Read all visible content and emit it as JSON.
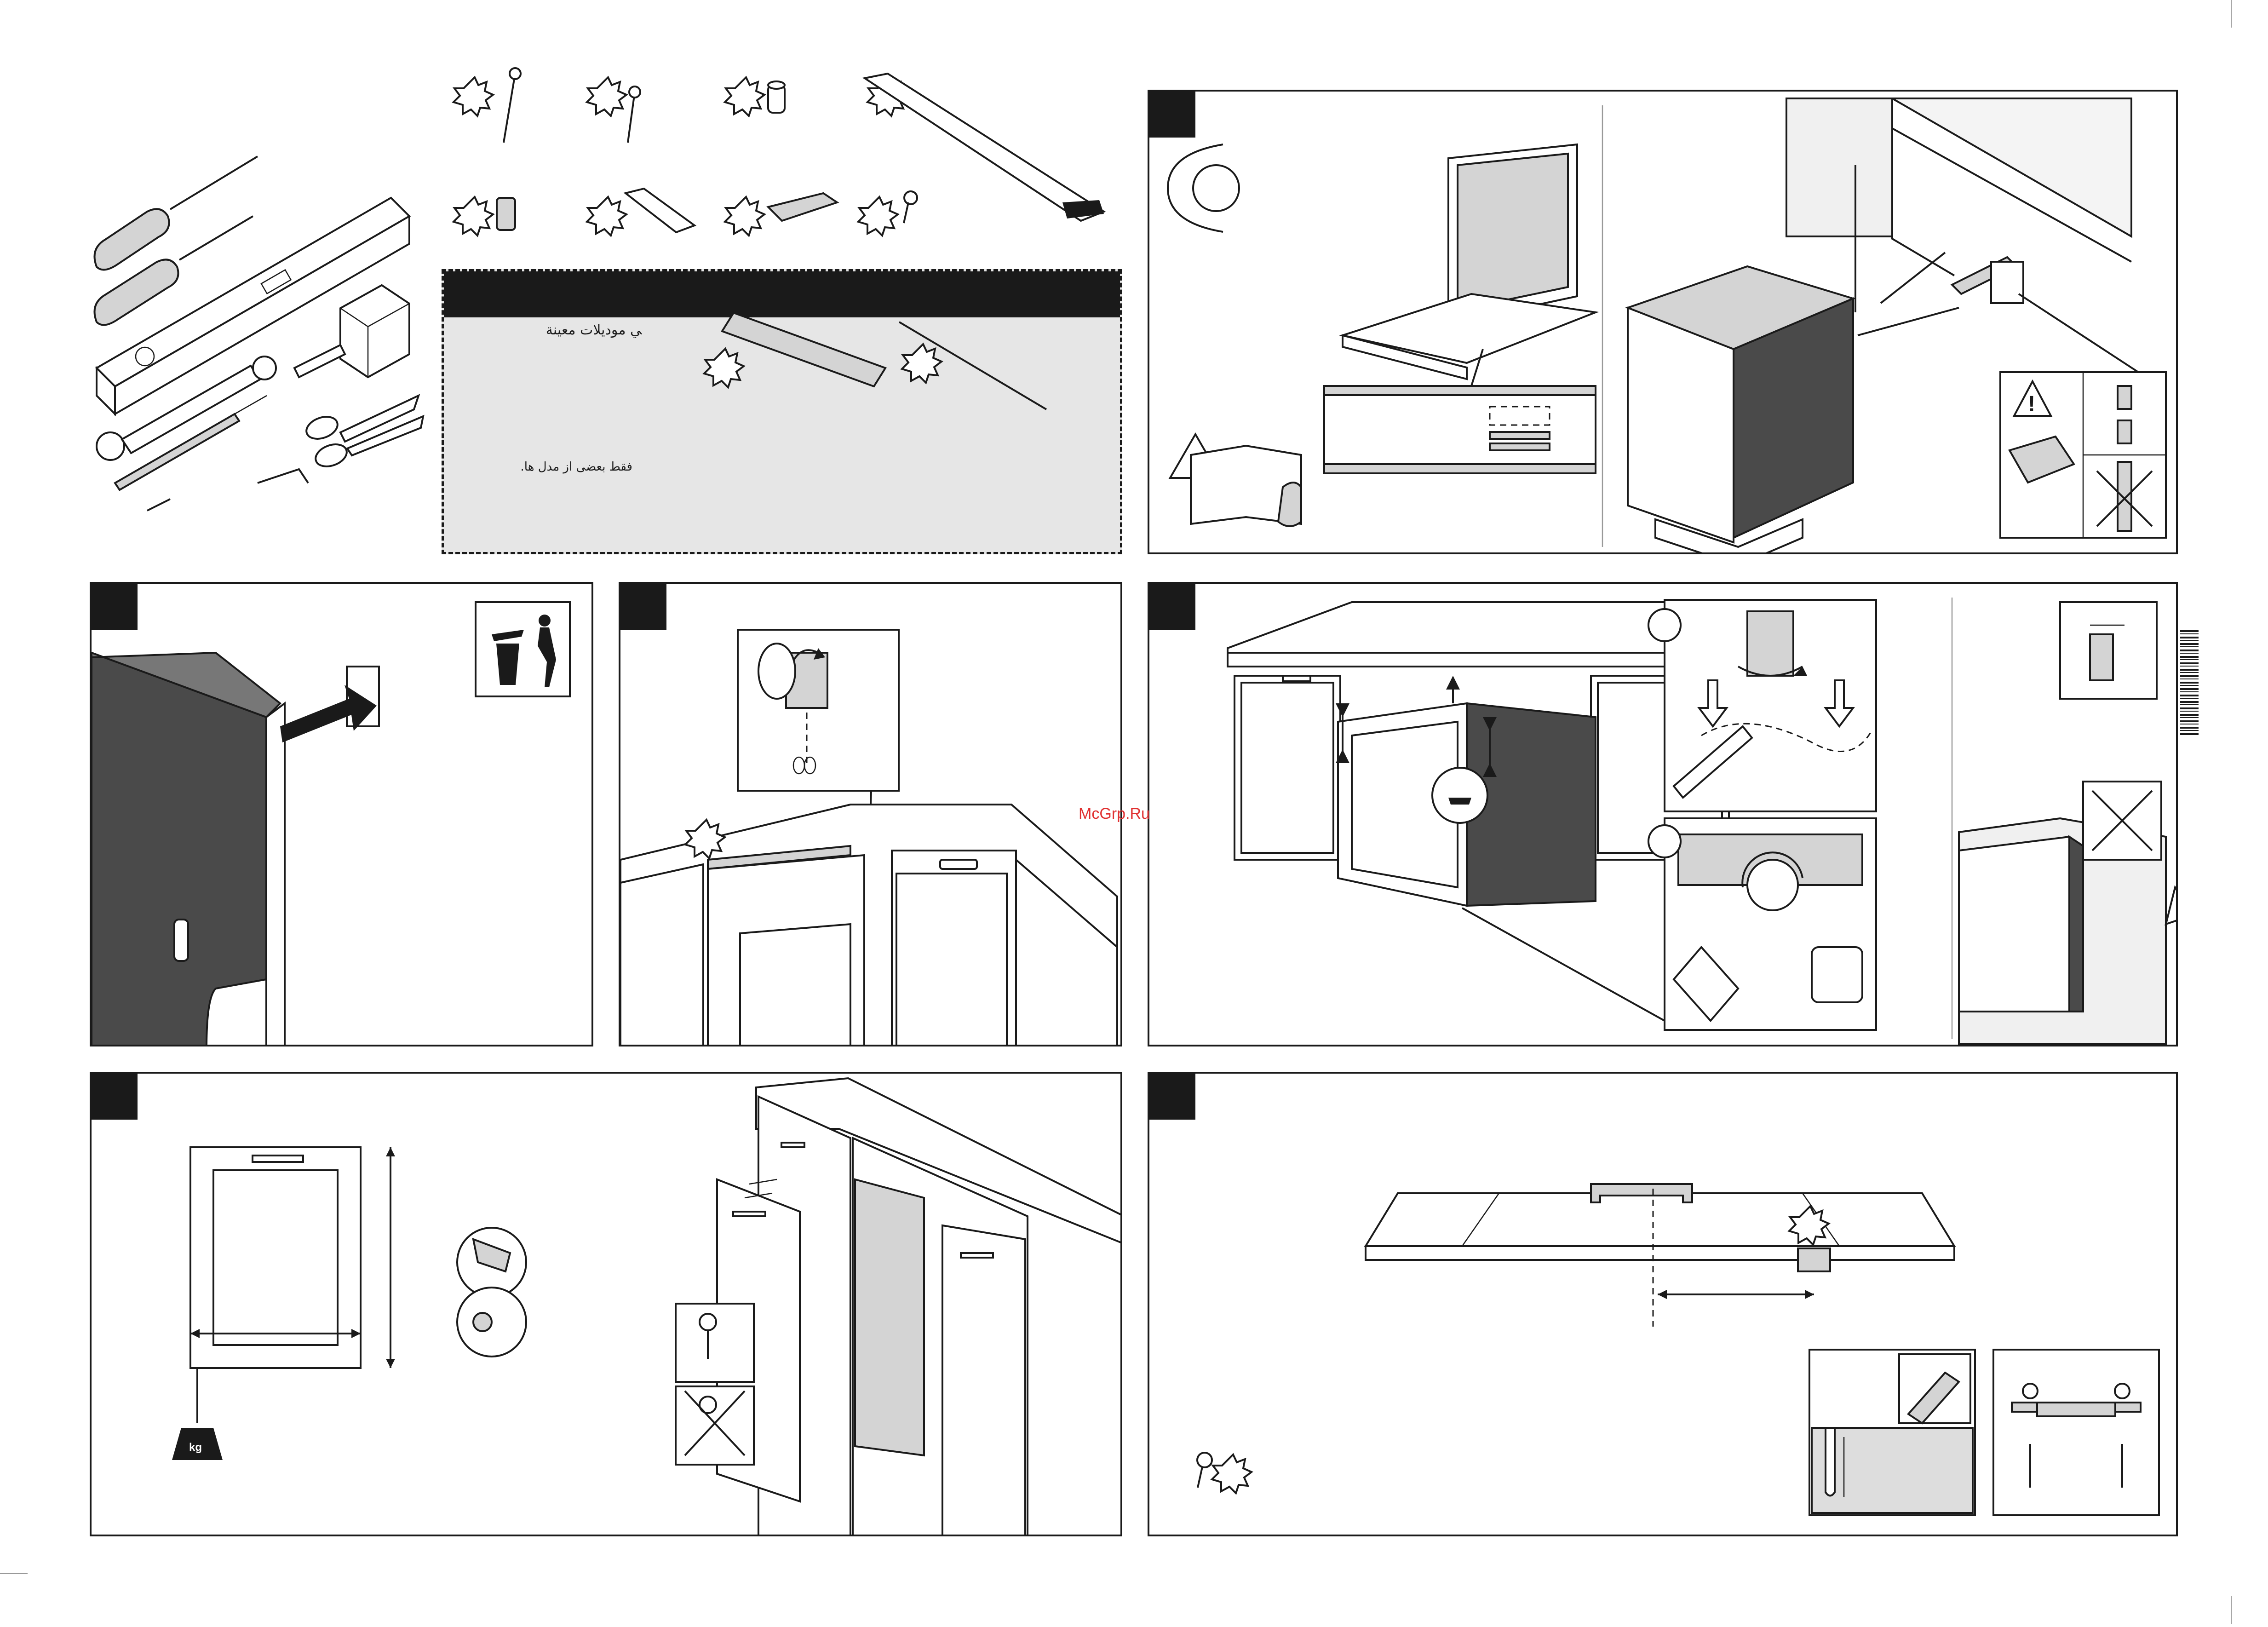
{
  "watermark": "McGrp.Ru",
  "notes": {
    "models_text": "ﻲ ﻣﻮدﻳﻼت ﻣﻌﻴﻨﺔ",
    "some_models_text": "ﻓﻘﻂ ﺑﻌﻀﯽ از ﻣﺪل ﻫﺎ."
  },
  "icons": {
    "weight_label": "kg"
  },
  "colors": {
    "ink": "#1a1a1a",
    "panel_gray": "#e6e6e6",
    "appliance_dark": "#4a4a4a",
    "watermark": "#e03030"
  }
}
